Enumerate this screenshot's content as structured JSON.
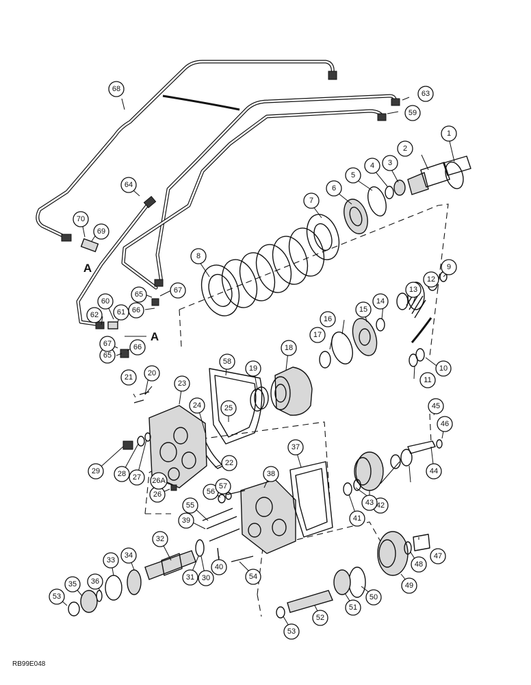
{
  "figure_code": "RB99E048",
  "connection_letter": "A",
  "callout_labels": [
    "1",
    "2",
    "3",
    "4",
    "5",
    "6",
    "7",
    "8",
    "9",
    "10",
    "11",
    "12",
    "13",
    "14",
    "15",
    "16",
    "17",
    "18",
    "19",
    "20",
    "21",
    "22",
    "23",
    "24",
    "25",
    "26",
    "26A",
    "27",
    "28",
    "29",
    "30",
    "31",
    "32",
    "33",
    "34",
    "35",
    "36",
    "37",
    "38",
    "39",
    "40",
    "41",
    "42",
    "43",
    "44",
    "45",
    "46",
    "47",
    "48",
    "49",
    "50",
    "51",
    "52",
    "53",
    "54",
    "55",
    "56",
    "57",
    "58",
    "59",
    "60",
    "61",
    "62",
    "63",
    "64",
    "65",
    "66",
    "67",
    "68",
    "69",
    "70"
  ],
  "colors": {
    "ink": "#111111",
    "paper": "#ffffff",
    "shade": "#d8d8d8"
  }
}
